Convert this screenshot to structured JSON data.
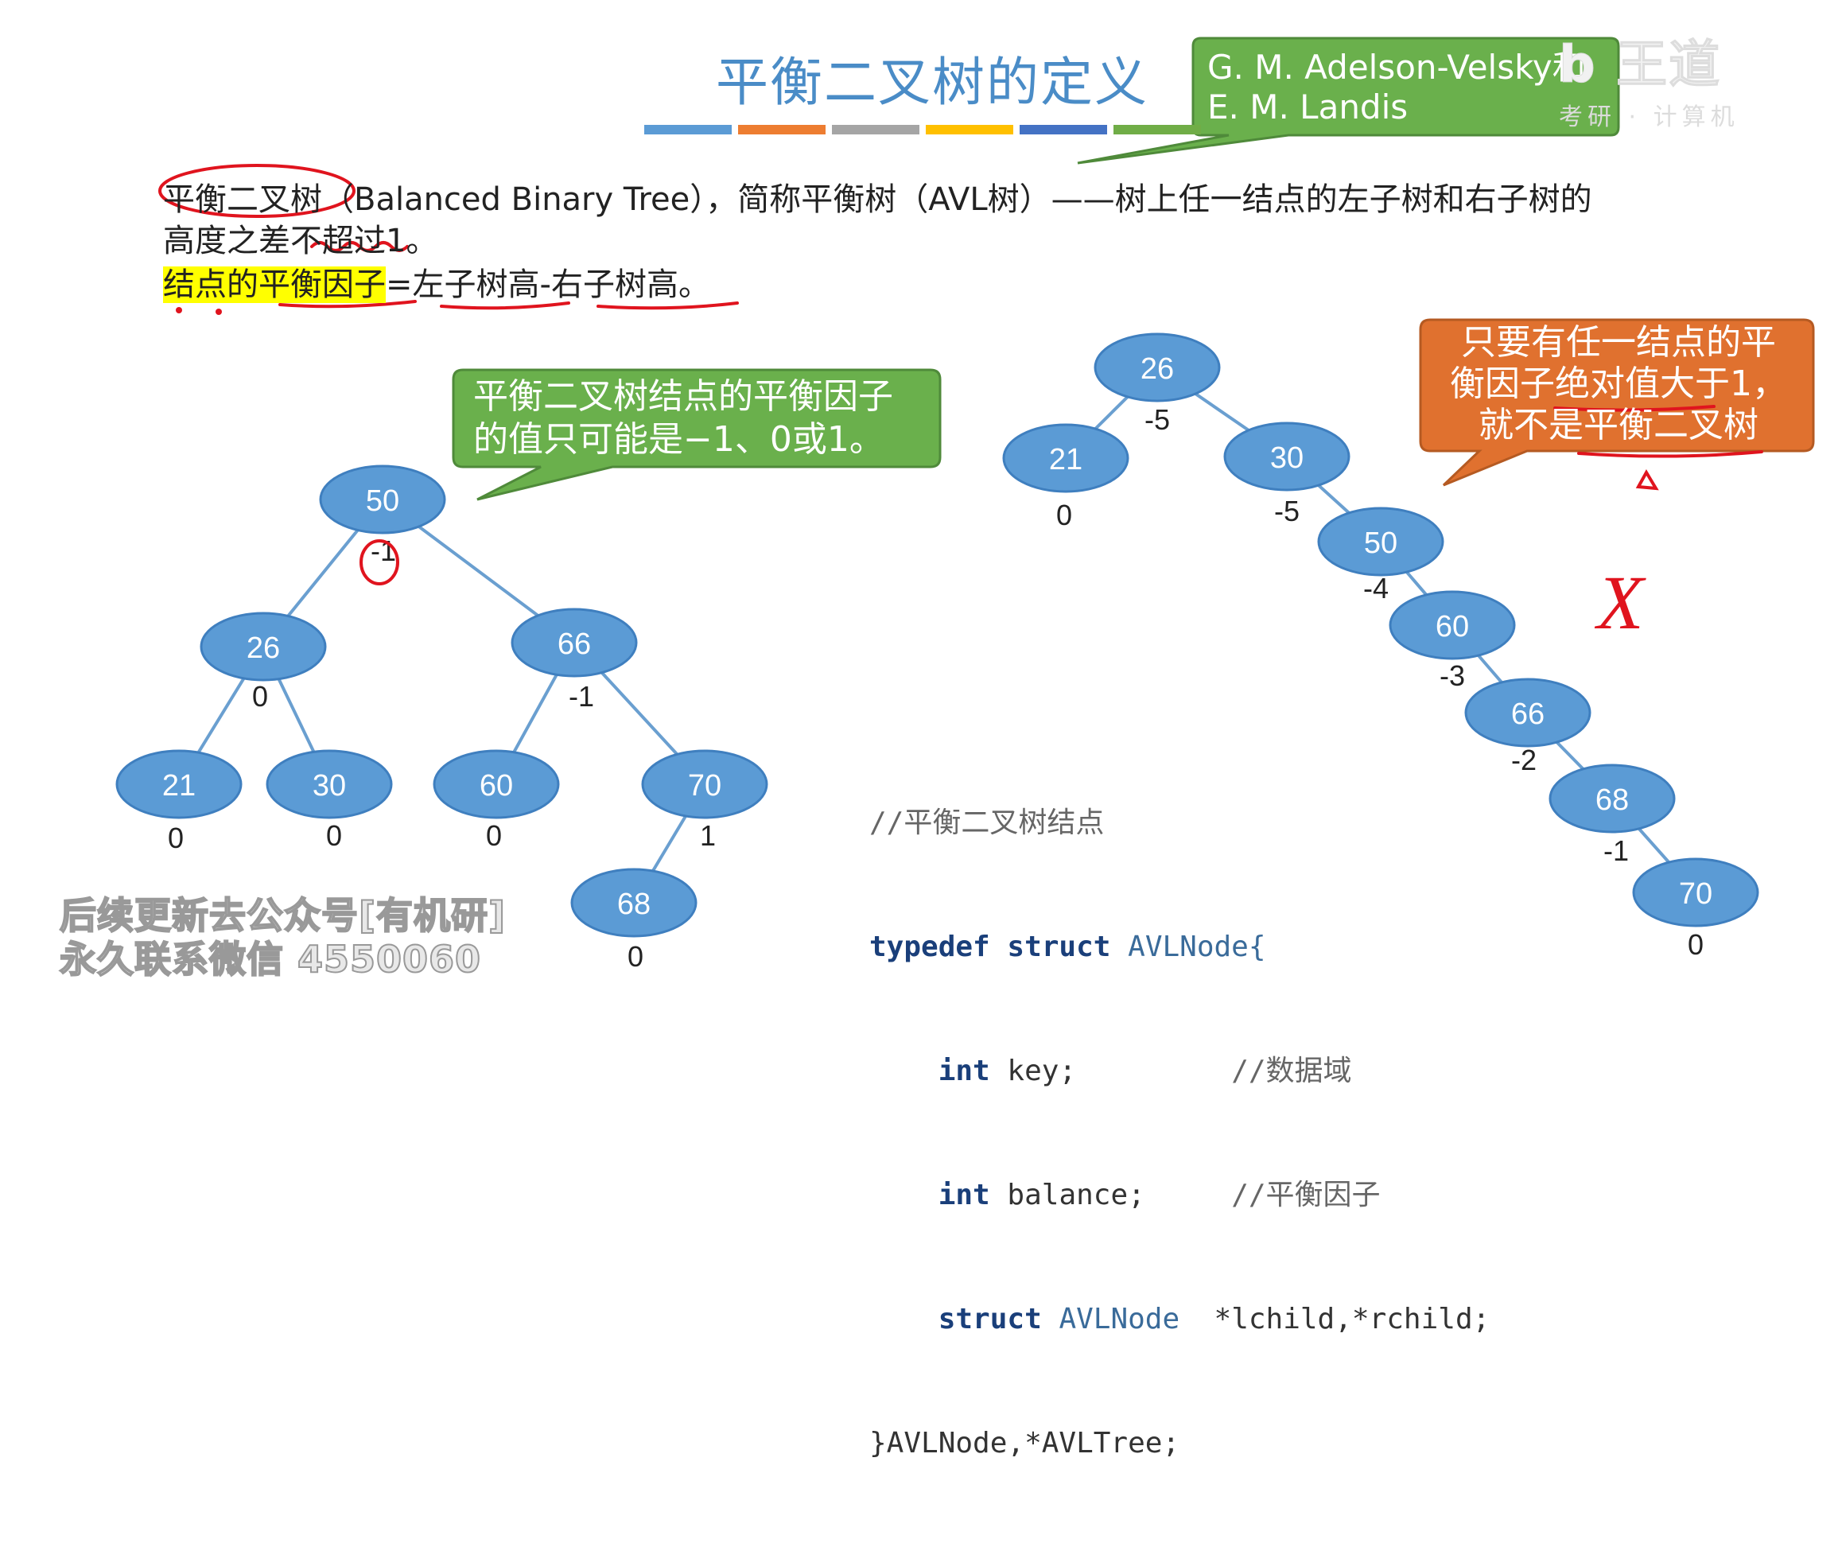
{
  "title": "平衡二叉树的定义",
  "color_bars": [
    "#5b9bd5",
    "#ed7d31",
    "#a5a5a5",
    "#ffc000",
    "#4472c4",
    "#70ad47"
  ],
  "callout_authors": {
    "line1": "G. M. Adelson-Velsky和",
    "line2": "E. M. Landis",
    "color": "#6ab04c"
  },
  "definition": {
    "term": "平衡二叉树",
    "line1_rest": "（Balanced Binary Tree），简称平衡树（AVL树）——树上任一结点的左子树和右子树的",
    "line2": "高度之差不超过1。",
    "factor_label": "结点的平衡因子",
    "factor_formula": "=左子树高-右子树高。"
  },
  "callout_left": {
    "line1": "平衡二叉树结点的平衡因子",
    "line2": "的值只可能是−1、0或1。",
    "color": "#6ab04c"
  },
  "callout_right": {
    "line1": "只要有任一结点的平",
    "line2": "衡因子绝对值大于1，",
    "line3": "就不是平衡二叉树",
    "color": "#e0712f"
  },
  "node_color": "#5b9bd5",
  "left_tree": {
    "nodes": [
      {
        "id": "50",
        "label": "50",
        "balance": "-1"
      },
      {
        "id": "26",
        "label": "26",
        "balance": "0"
      },
      {
        "id": "66",
        "label": "66",
        "balance": "-1"
      },
      {
        "id": "21",
        "label": "21",
        "balance": "0"
      },
      {
        "id": "30",
        "label": "30",
        "balance": "0"
      },
      {
        "id": "60",
        "label": "60",
        "balance": "0"
      },
      {
        "id": "70",
        "label": "70",
        "balance": "1"
      },
      {
        "id": "68",
        "label": "68",
        "balance": "0"
      }
    ],
    "edges": [
      [
        "50",
        "26"
      ],
      [
        "50",
        "66"
      ],
      [
        "26",
        "21"
      ],
      [
        "26",
        "30"
      ],
      [
        "66",
        "60"
      ],
      [
        "66",
        "70"
      ],
      [
        "70",
        "68"
      ]
    ]
  },
  "right_tree": {
    "nodes": [
      {
        "id": "26",
        "label": "26",
        "balance": "-5"
      },
      {
        "id": "21",
        "label": "21",
        "balance": "0"
      },
      {
        "id": "30",
        "label": "30",
        "balance": "-5"
      },
      {
        "id": "50",
        "label": "50",
        "balance": "-4"
      },
      {
        "id": "60",
        "label": "60",
        "balance": "-3"
      },
      {
        "id": "66",
        "label": "66",
        "balance": "-2"
      },
      {
        "id": "68",
        "label": "68",
        "balance": "-1"
      },
      {
        "id": "70",
        "label": "70",
        "balance": "0"
      }
    ],
    "edges": [
      [
        "26",
        "21"
      ],
      [
        "26",
        "30"
      ],
      [
        "30",
        "50"
      ],
      [
        "50",
        "60"
      ],
      [
        "60",
        "66"
      ],
      [
        "66",
        "68"
      ],
      [
        "68",
        "70"
      ]
    ]
  },
  "code": {
    "comment": "//平衡二叉树结点",
    "kw_typedef": "typedef",
    "kw_struct": "struct",
    "type_name": "AVLNode{",
    "kw_int": "int",
    "field_key": "key;",
    "comment_key": "//数据域",
    "field_balance": "balance;",
    "comment_balance": "//平衡因子",
    "struct_type": "AVLNode",
    "children": "*lchild,*rchild;",
    "closing": "}AVLNode,*AVLTree;"
  },
  "annotation_mark": "X",
  "watermark": {
    "line1": "后续更新去公众号[有机研]",
    "line2": "永久联系微信 4550060"
  },
  "logo": {
    "text": "b 王道",
    "sub": "考研 · 计算机"
  }
}
